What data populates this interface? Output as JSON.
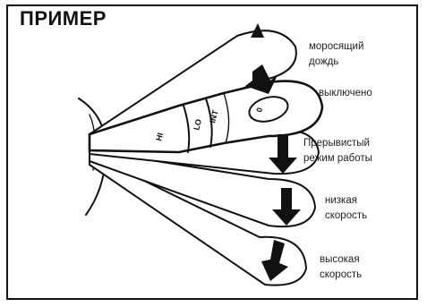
{
  "title": "ПРИМЕР",
  "labels": {
    "drizzle": [
      "моросящий",
      "дождь"
    ],
    "off": [
      "выключено"
    ],
    "intermittent": [
      "Прерывистый",
      "режим работы"
    ],
    "low": [
      "низкая",
      "скорость"
    ],
    "high": [
      "высокая",
      "скорость"
    ]
  },
  "stalk_marks": [
    "0",
    "INT",
    "LO",
    "HI"
  ],
  "icons": {
    "arrow_up": "arrow-up-icon",
    "arrow_down": "arrow-down-icon"
  }
}
